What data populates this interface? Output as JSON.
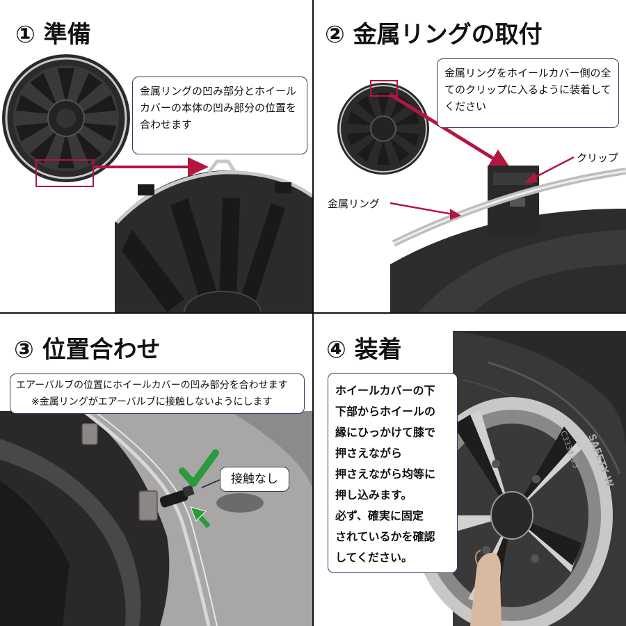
{
  "panels": [
    {
      "title": "① 準備",
      "note": "金属リングの凹み部分とホイールカバーの本体の凹み部分の位置を合わせます"
    },
    {
      "title": "② 金属リングの取付",
      "note": "金属リングをホイールカバー側の全てのクリップに入るように装着してください",
      "label_clip": "クリップ",
      "label_ring": "金属リング"
    },
    {
      "title": "③ 位置合わせ",
      "note_line1": "エアーバルブの位置にホイールカバーの凹み部分を合わせます",
      "note_line2": "※金属リングがエアーバルブに接触しないようにします",
      "label_no_contact": "接触なし"
    },
    {
      "title": "④ 装着",
      "note_lines": [
        "ホイールカバーの下",
        "下部からホイールの",
        "縁にひっかけて膝で",
        "押さえながら",
        "押さえながら均等に",
        "押し込みます。",
        "必ず、確実に固定",
        "されているかを確認",
        "してください。"
      ],
      "tire_text_1": "SAFETY W",
      "tire_text_2": "C3333323"
    }
  ],
  "colors": {
    "arrow": "#b3163f",
    "check": "#2a9a3c",
    "border": "#2c3e66",
    "warning": "#c0392b"
  }
}
